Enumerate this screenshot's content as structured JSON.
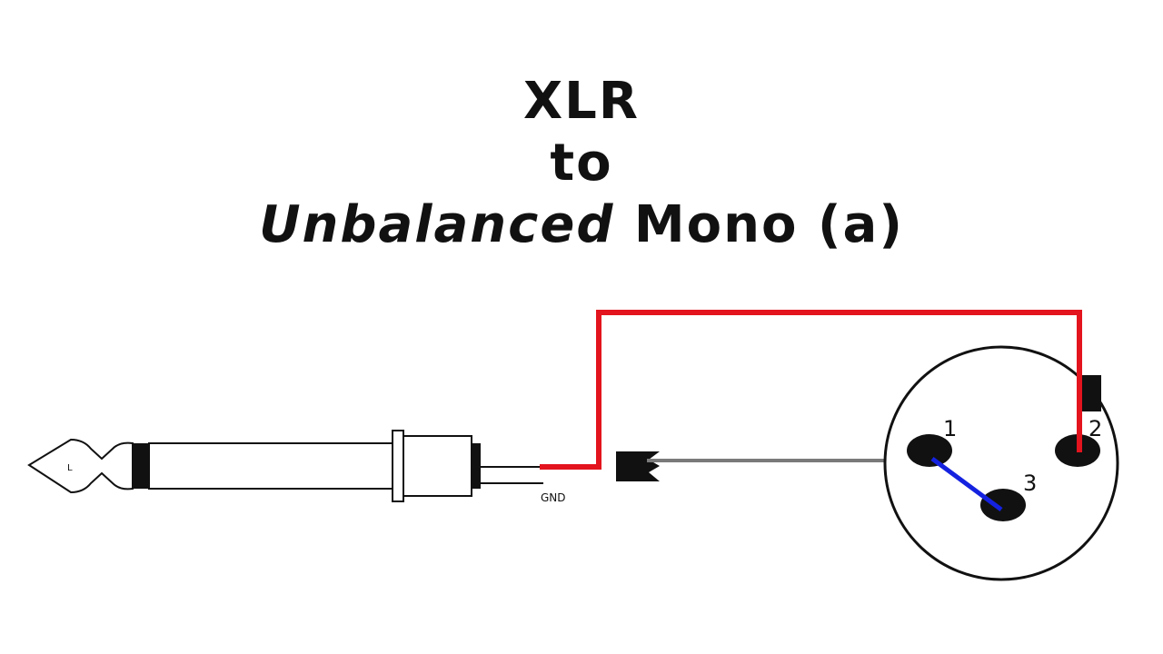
{
  "title": {
    "line1": "XLR",
    "line2": "to",
    "line3_italic": "Unbalanced",
    "line3_rest": " Mono (a)"
  },
  "jack": {
    "tip_label": "L",
    "ground_label": "GND"
  },
  "xlr": {
    "pins": [
      "1",
      "2",
      "3"
    ]
  },
  "colors": {
    "signal_wire": "#e3141e",
    "pin_bridge_wire": "#1422e0",
    "ground_wire": "#7a7a7a",
    "outline": "#111111",
    "background": "#ffffff"
  },
  "icons": [
    "quarter-inch-plug-icon",
    "xlr-connector-icon",
    "cable-clamp-icon"
  ]
}
